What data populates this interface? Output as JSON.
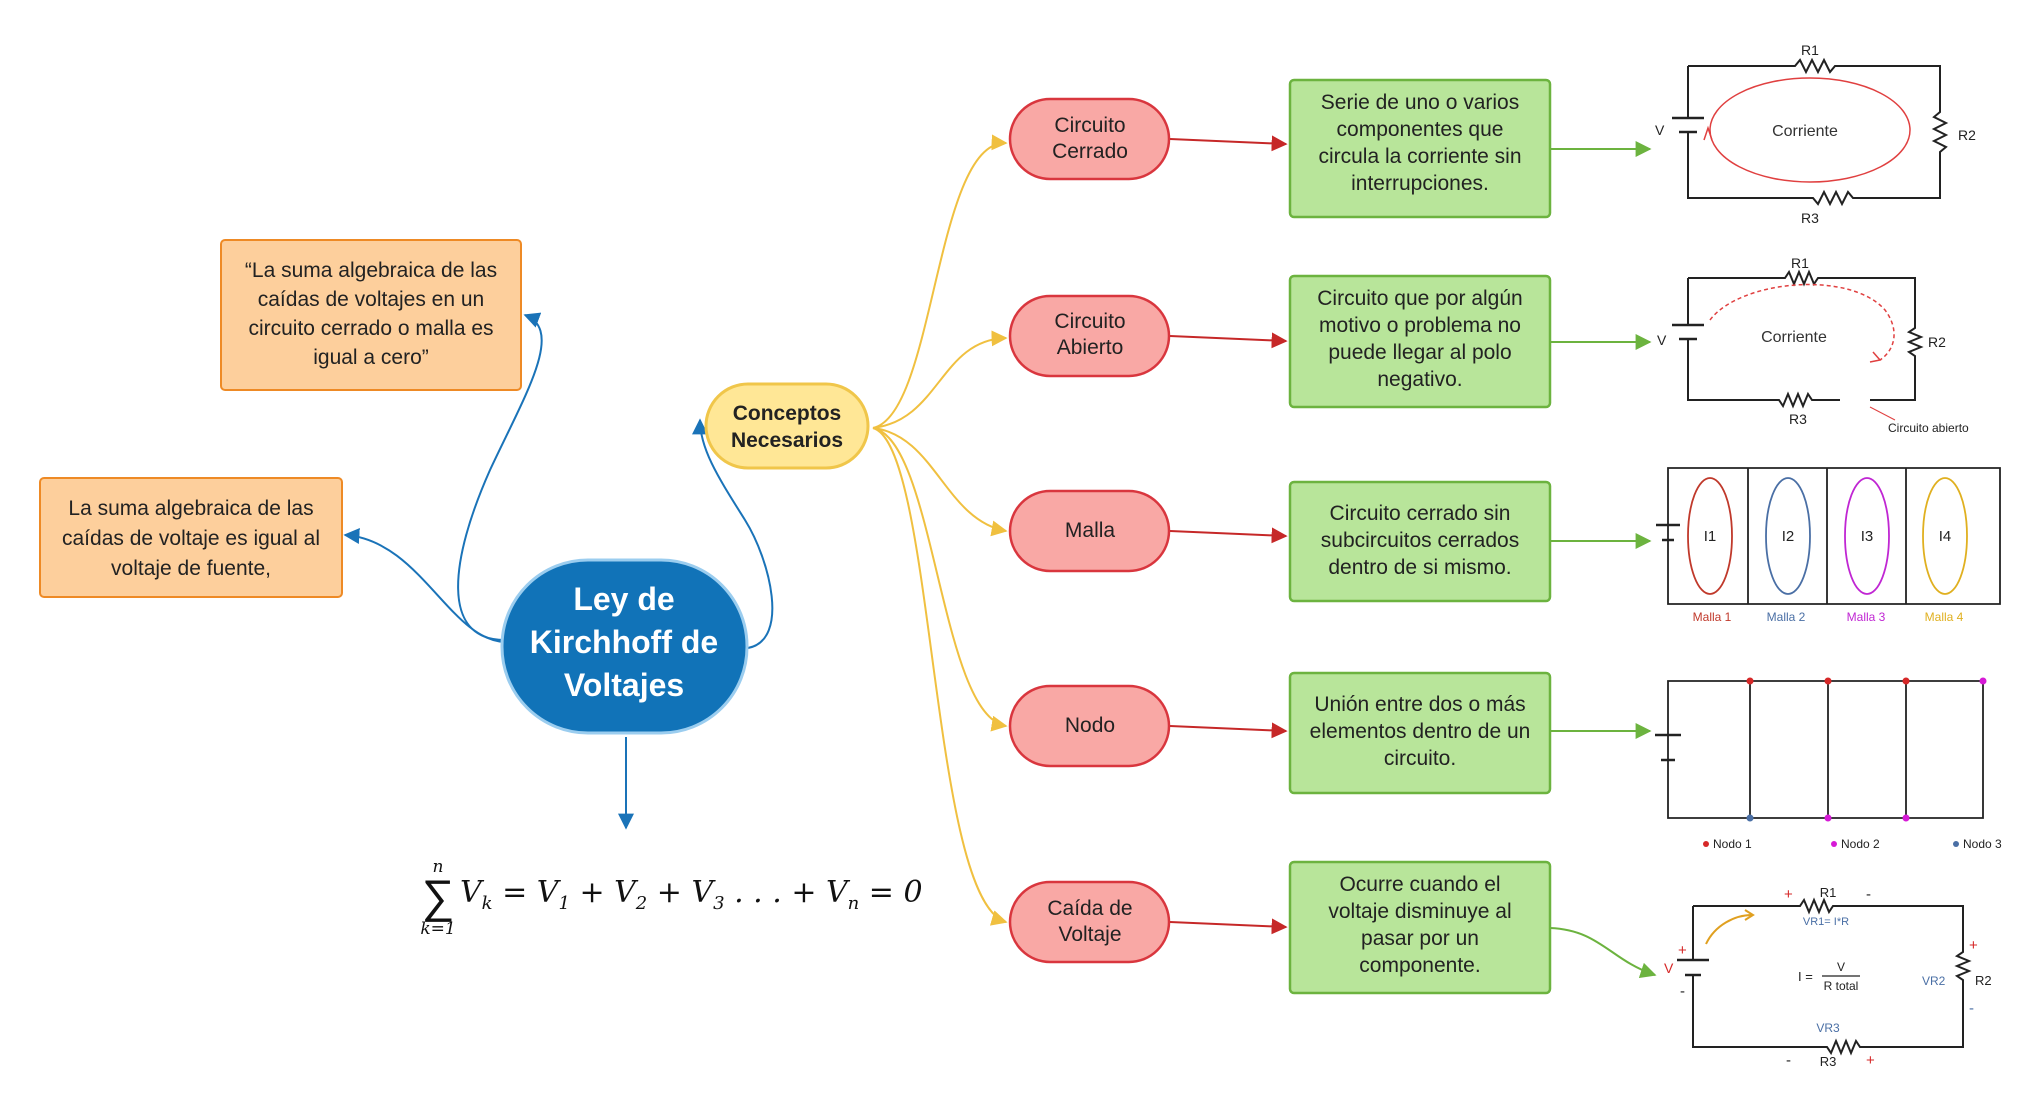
{
  "central_topic": {
    "lines": [
      "Ley de",
      "Kirchhoff de",
      "Voltajes"
    ]
  },
  "definitions": [
    {
      "lines": [
        "“La suma algebraica de las",
        "caídas de voltajes en un",
        "circuito cerrado o malla  es",
        "igual a cero”"
      ]
    },
    {
      "lines": [
        "La suma algebraica de las",
        "caídas de voltaje es igual al",
        "voltaje de fuente,"
      ]
    }
  ],
  "formula": {
    "sum_top": "n",
    "sum_bottom": "k=1",
    "expression": "V_k = V_1 + V_2 + V_3 ... + V_n = 0"
  },
  "concepts_hub": {
    "lines": [
      "Conceptos",
      "Necesarios"
    ]
  },
  "concepts": [
    {
      "label_lines": [
        "Circuito",
        "Cerrado"
      ],
      "description_lines": [
        "Serie de uno o varios",
        "componentes que",
        "circula la corriente sin",
        "interrupciones."
      ]
    },
    {
      "label_lines": [
        "Circuito",
        "Abierto"
      ],
      "description_lines": [
        "Circuito que por algún",
        "motivo o problema no",
        "puede llegar al polo",
        "negativo."
      ]
    },
    {
      "label_lines": [
        "Malla"
      ],
      "description_lines": [
        "Circuito cerrado sin",
        "subcircuitos cerrados",
        "dentro de si mismo."
      ]
    },
    {
      "label_lines": [
        "Nodo"
      ],
      "description_lines": [
        "Unión entre dos o más",
        "elementos dentro de un",
        "circuito."
      ]
    },
    {
      "label_lines": [
        "Caída de",
        "Voltaje"
      ],
      "description_lines": [
        "Ocurre cuando el",
        "voltaje disminuye al",
        "pasar por un",
        "componente."
      ]
    }
  ],
  "diagrams": {
    "closed": {
      "r1": "R1",
      "r2": "R2",
      "r3": "R3",
      "v": "V",
      "current": "Corriente"
    },
    "open": {
      "r1": "R1",
      "r2": "R2",
      "r3": "R3",
      "v": "V",
      "current": "Corriente",
      "open_label": "Circuito abierto"
    },
    "mesh": {
      "loops": [
        "I1",
        "I2",
        "I3",
        "I4"
      ],
      "labels": [
        "Malla 1",
        "Malla 2",
        "Malla 3",
        "Malla 4"
      ],
      "colors": [
        "#c0392b",
        "#4a6fa5",
        "#c026d3",
        "#e0b020"
      ]
    },
    "node": {
      "labels": [
        "Nodo 1",
        "Nodo 2",
        "Nodo 3"
      ],
      "colors": [
        "#d62828",
        "#d61ad6",
        "#4a6fa5"
      ]
    },
    "drop": {
      "r1": "R1",
      "r2": "R2",
      "r3": "R3",
      "v": "V",
      "vr1": "VR1= I*R",
      "vr2": "VR2",
      "vr3": "VR3",
      "i_eq": "I =",
      "i_num": "V",
      "i_den": "R total",
      "plus": "+",
      "minus": "-"
    }
  },
  "colors": {
    "central_fill": "#1173b8",
    "definition_fill": "#fdcf9c",
    "definition_stroke": "#ee8a25",
    "hub_fill": "#ffe796",
    "hub_stroke": "#f0c64a",
    "concept_fill": "#f9a8a5",
    "concept_stroke": "#d9363e",
    "desc_fill": "#b8e59a",
    "desc_stroke": "#6cb33f",
    "blue_arrow": "#1a73b8",
    "yellow_arrow": "#f0c040",
    "red_arrow": "#c62828",
    "green_arrow": "#6cb33f"
  }
}
